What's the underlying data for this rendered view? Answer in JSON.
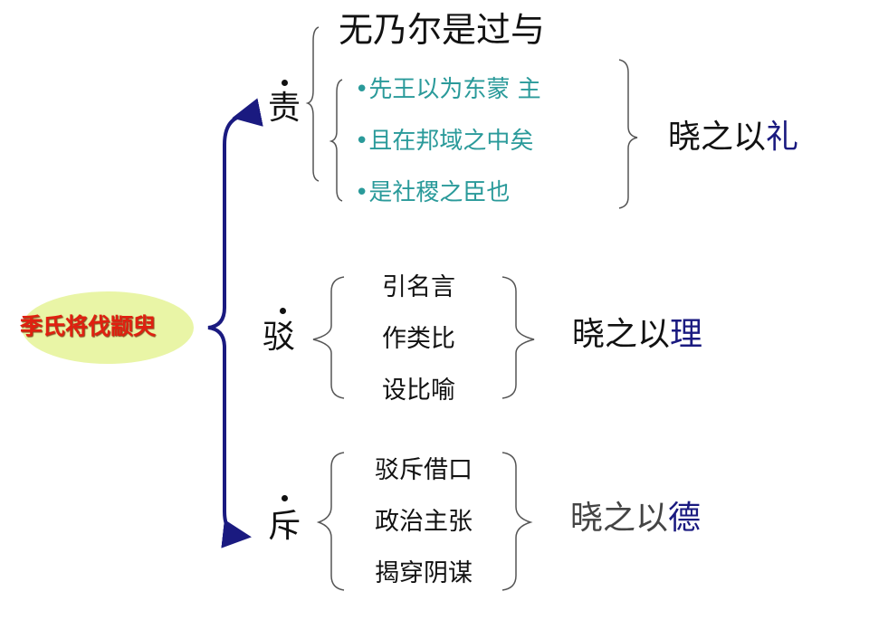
{
  "root": "季氏将伐颛臾",
  "branches": [
    {
      "key": "责",
      "header": "无乃尔是过与",
      "items": [
        "•先王以为东蒙 主",
        "•且在邦域之中矣",
        "•是社稷之臣也"
      ],
      "conclusion_prefix": "晓之以",
      "conclusion_key": "礼"
    },
    {
      "key": "驳",
      "items": [
        "引名言",
        "作类比",
        "设比喻"
      ],
      "conclusion_prefix": "晓之以",
      "conclusion_key": "理"
    },
    {
      "key": "斥",
      "items": [
        "驳斥借口",
        "政治主张",
        "揭穿阴谋"
      ],
      "conclusion_prefix": "晓之以",
      "conclusion_key": "德"
    }
  ],
  "colors": {
    "root_text": "#e02010",
    "root_fill": "#e9f5a6",
    "main_brace": "#1a1a80",
    "teal": "#2a9a9a",
    "key_char": "#1a1a80"
  }
}
